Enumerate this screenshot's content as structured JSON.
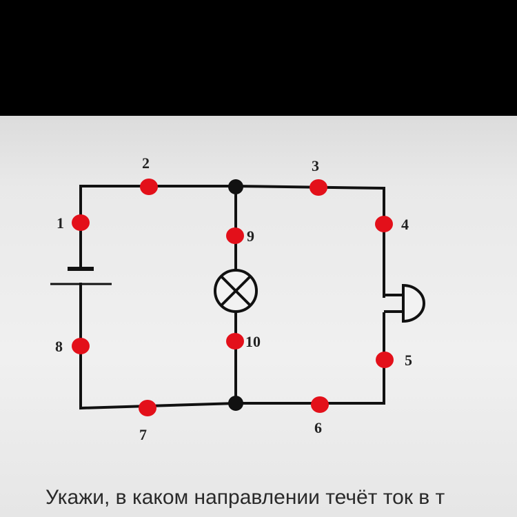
{
  "diagram": {
    "colors": {
      "wire": "#111111",
      "point": "#e3101a",
      "junction": "#111111",
      "label": "#222222"
    },
    "points": [
      {
        "id": "1",
        "label": "1"
      },
      {
        "id": "2",
        "label": "2"
      },
      {
        "id": "3",
        "label": "3"
      },
      {
        "id": "4",
        "label": "4"
      },
      {
        "id": "5",
        "label": "5"
      },
      {
        "id": "6",
        "label": "6"
      },
      {
        "id": "7",
        "label": "7"
      },
      {
        "id": "8",
        "label": "8"
      },
      {
        "id": "9",
        "label": "9"
      },
      {
        "id": "10",
        "label": "10"
      }
    ],
    "components": [
      {
        "id": "battery",
        "icon": "battery-icon"
      },
      {
        "id": "lamp",
        "icon": "lamp-icon"
      },
      {
        "id": "bell",
        "icon": "bell-icon"
      }
    ]
  },
  "question": {
    "text": "Укажи, в каком направлении течёт ток в т"
  }
}
